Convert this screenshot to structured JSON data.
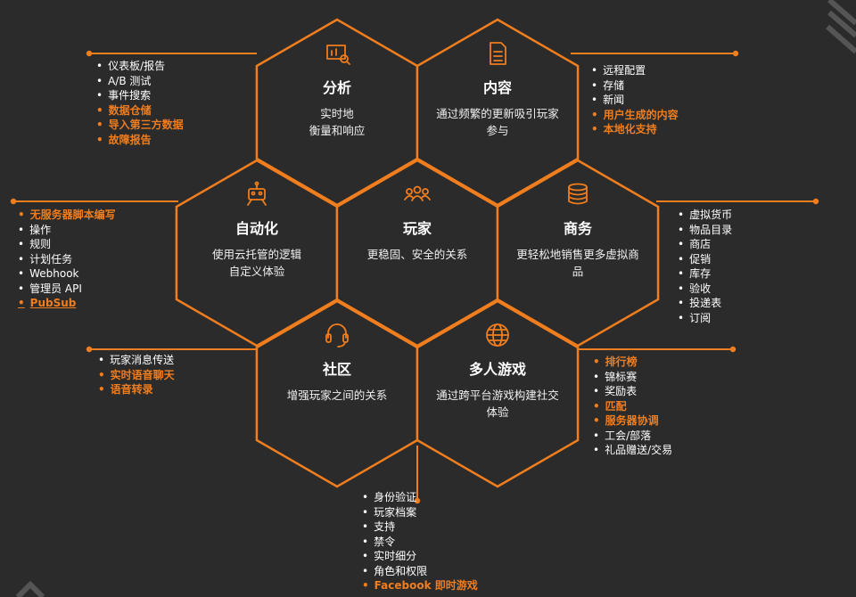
{
  "colors": {
    "background": "#2b2b2b",
    "accent": "#f07d1e",
    "text": "#ffffff"
  },
  "hexagons": [
    {
      "key": "analytics",
      "icon": "analytics-chart-icon",
      "title": "分析",
      "desc": [
        "实时地",
        "衡量和响应"
      ]
    },
    {
      "key": "content",
      "icon": "document-icon",
      "title": "内容",
      "desc": [
        "通过频繁的更新吸引玩家",
        "参与"
      ]
    },
    {
      "key": "automation",
      "icon": "robot-icon",
      "title": "自动化",
      "desc": [
        "使用云托管的逻辑",
        "自定义体验"
      ]
    },
    {
      "key": "player",
      "icon": "people-group-icon",
      "title": "玩家",
      "desc": [
        "更稳固、安全的关系"
      ]
    },
    {
      "key": "commerce",
      "icon": "coin-stack-icon",
      "title": "商务",
      "desc": [
        "更轻松地销售更多虚拟商",
        "品"
      ]
    },
    {
      "key": "community",
      "icon": "headset-icon",
      "title": "社区",
      "desc": [
        "增强玩家之间的关系"
      ]
    },
    {
      "key": "multiplayer",
      "icon": "globe-icon",
      "title": "多人游戏",
      "desc": [
        "通过跨平台游戏构建社交",
        "体验"
      ]
    }
  ],
  "lists": {
    "analytics": [
      {
        "text": "仪表板/报告",
        "hl": false
      },
      {
        "text": "A/B 测试",
        "hl": false
      },
      {
        "text": "事件搜索",
        "hl": false
      },
      {
        "text": "数据仓储",
        "hl": true
      },
      {
        "text": "导入第三方数据",
        "hl": true
      },
      {
        "text": "故障报告",
        "hl": true
      }
    ],
    "content": [
      {
        "text": "远程配置",
        "hl": false
      },
      {
        "text": "存储",
        "hl": false
      },
      {
        "text": "新闻",
        "hl": false
      },
      {
        "text": "用户生成的内容",
        "hl": true
      },
      {
        "text": "本地化支持",
        "hl": true
      }
    ],
    "automation": [
      {
        "text": "无服务器脚本编写",
        "hl": true
      },
      {
        "text": "操作",
        "hl": false
      },
      {
        "text": "规则",
        "hl": false
      },
      {
        "text": "计划任务",
        "hl": false
      },
      {
        "text": "Webhook",
        "hl": false
      },
      {
        "text": "管理员 API",
        "hl": false
      },
      {
        "text": "PubSub",
        "hl": true,
        "ul": true
      }
    ],
    "commerce": [
      {
        "text": "虚拟货币",
        "hl": false
      },
      {
        "text": "物品目录",
        "hl": false
      },
      {
        "text": "商店",
        "hl": false
      },
      {
        "text": "促销",
        "hl": false
      },
      {
        "text": "库存",
        "hl": false
      },
      {
        "text": "验收",
        "hl": false
      },
      {
        "text": "投递表",
        "hl": false
      },
      {
        "text": "订阅",
        "hl": false
      }
    ],
    "community": [
      {
        "text": "玩家消息传送",
        "hl": false
      },
      {
        "text": "实时语音聊天",
        "hl": true
      },
      {
        "text": "语音转录",
        "hl": true
      }
    ],
    "multiplayer": [
      {
        "text": "排行榜",
        "hl": true
      },
      {
        "text": "锦标赛",
        "hl": false
      },
      {
        "text": "奖励表",
        "hl": false
      },
      {
        "text": "匹配",
        "hl": true
      },
      {
        "text": "服务器协调",
        "hl": true
      },
      {
        "text": "工会/部落",
        "hl": false
      },
      {
        "text": "礼品赠送/交易",
        "hl": false
      }
    ],
    "player": [
      {
        "text": "身份验证",
        "hl": false
      },
      {
        "text": "玩家档案",
        "hl": false
      },
      {
        "text": "支持",
        "hl": false
      },
      {
        "text": "禁令",
        "hl": false
      },
      {
        "text": "实时细分",
        "hl": false
      },
      {
        "text": "角色和权限",
        "hl": false
      },
      {
        "text": "Facebook 即时游戏",
        "hl": true
      }
    ]
  }
}
